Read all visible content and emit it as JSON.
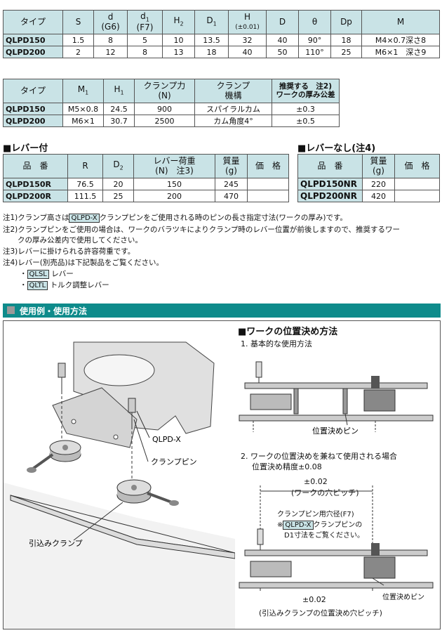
{
  "table1": {
    "headers": [
      "タイプ",
      "S",
      "d",
      "(G6)",
      "d",
      "1",
      "(F7)",
      "H",
      "2",
      "D",
      "1",
      "H",
      "(±0.01)",
      "D",
      "θ",
      "Dp",
      "M"
    ],
    "rows": [
      [
        "QLPD150",
        "1.5",
        "8",
        "5",
        "10",
        "13.5",
        "32",
        "40",
        "90°",
        "18",
        "M4×0.7深さ8"
      ],
      [
        "QLPD200",
        "2",
        "12",
        "8",
        "13",
        "18",
        "40",
        "50",
        "110°",
        "25",
        "M6×1　深さ9"
      ]
    ]
  },
  "table2": {
    "headers": [
      "タイプ",
      "M",
      "1",
      "H",
      "1",
      "クランプ力",
      "(N)",
      "クランプ",
      "機構",
      "推奨する　注2)",
      "ワークの厚み公差"
    ],
    "rows": [
      [
        "QLPD150",
        "M5×0.8",
        "24.5",
        "900",
        "スパイラルカム",
        "±0.3"
      ],
      [
        "QLPD200",
        "M6×1",
        "30.7",
        "2500",
        "カム角度4°",
        "±0.5"
      ]
    ]
  },
  "lever_section": {
    "title": "■レバー付",
    "headers": [
      "品　番",
      "R",
      "D",
      "2",
      "レバー荷重",
      "(N)　注3)",
      "質量",
      "(g)",
      "価　格"
    ],
    "rows": [
      [
        "QLPD150R",
        "76.5",
        "20",
        "150",
        "245",
        ""
      ],
      [
        "QLPD200R",
        "111.5",
        "25",
        "200",
        "470",
        ""
      ]
    ]
  },
  "nolever_section": {
    "title": "■レバーなし(注4)",
    "headers": [
      "品　番",
      "質量",
      "(g)",
      "価　格"
    ],
    "rows": [
      [
        "QLPD150NR",
        "220",
        ""
      ],
      [
        "QLPD200NR",
        "420",
        ""
      ]
    ]
  },
  "notes": {
    "n1_a": "注1)クランプ高さは",
    "n1_tag": "QLPD-X",
    "n1_b": "クランプピンをご使用される時のピンの長さ指定寸法(ワークの厚み)です。",
    "n2_a": "注2)クランプピンをご使用の場合は、ワークのバラツキによりクランプ時のレバー位置が前後しますので、推奨するワー",
    "n2_b": "　　クの厚み公差内で使用してください。",
    "n3": "注3)レバーに掛けられる許容荷重です。",
    "n4": "注4)レバー(別売品)は下記製品をご覧ください。",
    "item1_tag": "QLSL",
    "item1_text": "レバー",
    "item2_tag": "QLTL",
    "item2_text": "トルク調整レバー",
    "bullet": "・"
  },
  "usage_bar": "使用例・使用方法",
  "illustration": {
    "label_qlpdx": "QLPD-X",
    "label_pin": "クランプピン",
    "label_pullin": "引込みクランプ"
  },
  "positioning": {
    "title": "■ワークの位置決め方法",
    "step1": "1. 基本的な使用方法",
    "pin_label1": "位置決めピン",
    "step2_a": "2. ワークの位置決めを兼ねて使用される場合",
    "step2_b": "位置決め精度±0.08",
    "dim_top": "±0.02",
    "dim_top_sub": "(ワークの穴ピッチ)",
    "hole_label": "クランプピン用穴径(F7)",
    "ref_mark": "※",
    "ref_tag": "QLPD-X",
    "ref_text_a": "クランプピンの",
    "ref_text_b": "D1寸法をご覧ください。",
    "pin_label2": "位置決めピン",
    "dim_bottom": "±0.02",
    "dim_bottom_sub": "(引込みクランプの位置決め穴ピッチ)"
  },
  "colors": {
    "header_bg": "#c9e3e6",
    "bar": "#0e8b8b"
  }
}
